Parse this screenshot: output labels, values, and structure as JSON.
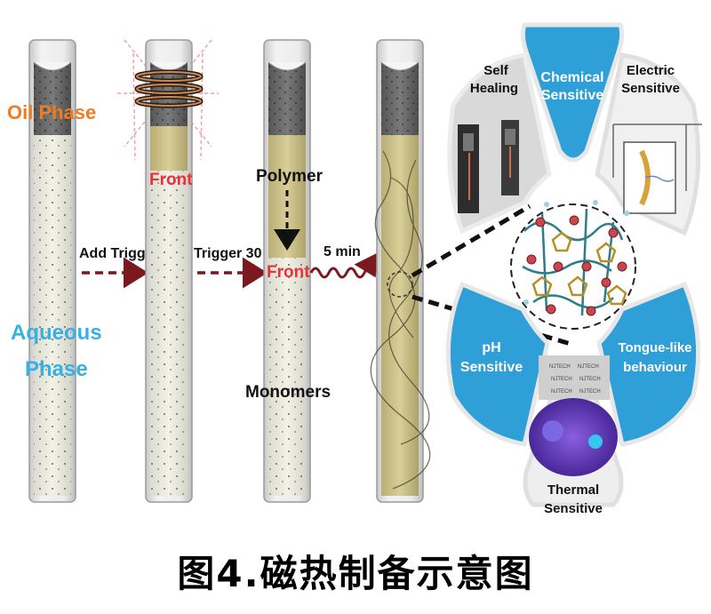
{
  "diagram": {
    "labels": {
      "oil_phase": "Oil Phase",
      "aqueous_phase_line1": "Aqueous",
      "aqueous_phase_line2": "Phase",
      "front_tube2": "Front",
      "polymer": "Polymer",
      "front_tube3": "Front",
      "monomers": "Monomers"
    },
    "arrows": {
      "add_trigger": "Add Trigger",
      "trigger_30s": "Trigger 30 s",
      "five_min": "5 min"
    },
    "petals": {
      "chemical_line1": "Chemical",
      "chemical_line2": "Sensitive",
      "self_healing_line1": "Self",
      "self_healing_line2": "Healing",
      "electric_line1": "Electric",
      "electric_line2": "Sensitive",
      "ph_line1": "pH",
      "ph_line2": "Sensitive",
      "tongue_line1": "Tongue-like",
      "tongue_line2": "behaviour",
      "thermal_line1": "Thermal",
      "thermal_line2": "Sensitive",
      "njtech_label": "NJTECH"
    }
  },
  "colors": {
    "oil_text": "#f07c22",
    "aqueous_text": "#37b0e6",
    "front_text": "#e8323a",
    "petal_blue": "#2f9fd8",
    "arrow_dark_red": "#7a1a1e"
  },
  "caption": "图4.磁热制备示意图"
}
